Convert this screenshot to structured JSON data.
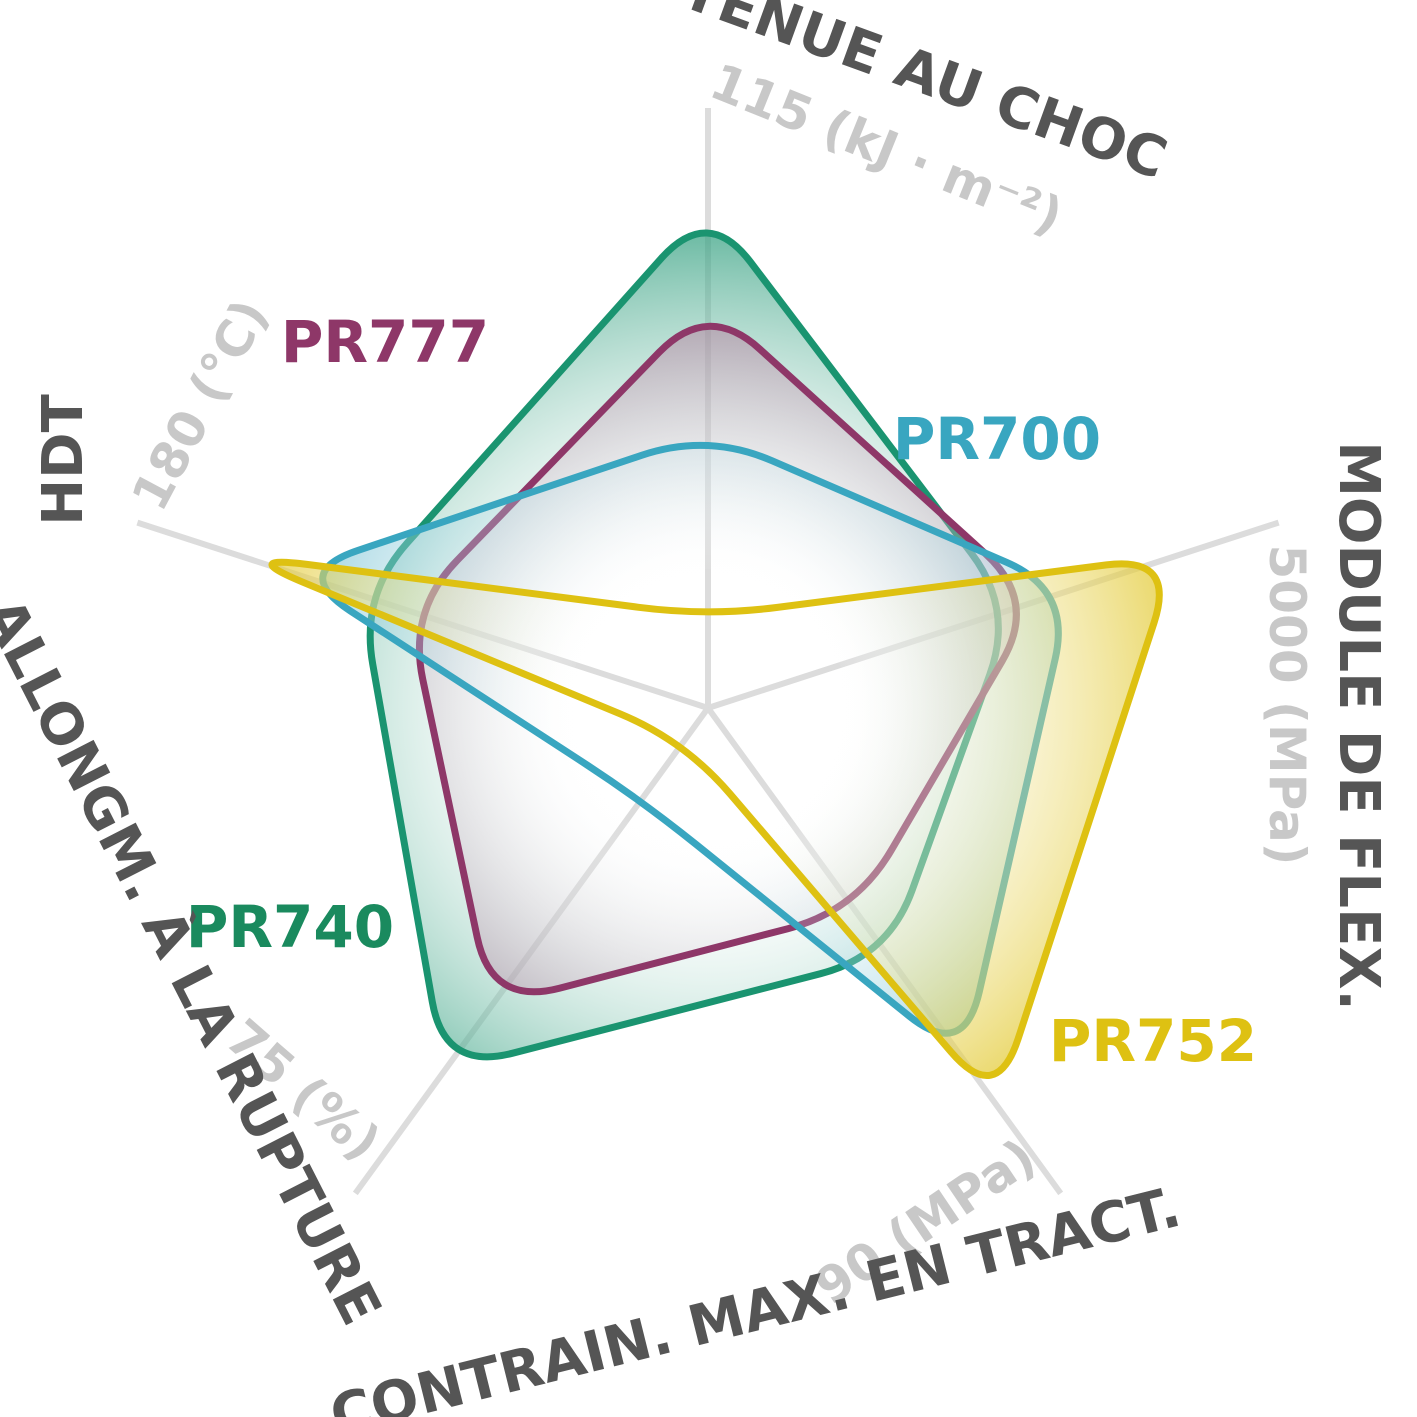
{
  "chart_data": {
    "type": "radar",
    "title": "",
    "axes": [
      {
        "label": "TENUE AU CHOC",
        "max_label": "115 (kJ · m⁻²)",
        "max": 115
      },
      {
        "label": "MODULE DE FLEX.",
        "max_label": "5000 (MPa)",
        "max": 5000
      },
      {
        "label": "CONTRAIN. MAX. EN TRACT.",
        "max_label": "90 (MPa)",
        "max": 90
      },
      {
        "label": "ALLONGM. À LA RUPTURE",
        "max_label": "75 (%)",
        "max": 75
      },
      {
        "label": "HDT",
        "max_label": "180 (°C)",
        "max": 180
      }
    ],
    "series": [
      {
        "name": "PR740",
        "color": "#1a9470",
        "values": [
          115,
          3200,
          55,
          67,
          131
        ]
      },
      {
        "name": "PR777",
        "color": "#8e3768",
        "values": [
          93,
          3450,
          45,
          55,
          113
        ]
      },
      {
        "name": "PR700",
        "color": "#39a6c0",
        "values": [
          63,
          3800,
          78,
          17,
          157
        ]
      },
      {
        "name": "PR752",
        "color": "#dec112",
        "values": [
          21,
          4900,
          88,
          6,
          177
        ]
      }
    ],
    "grid": false,
    "legend": "labels placed beside each shape"
  }
}
